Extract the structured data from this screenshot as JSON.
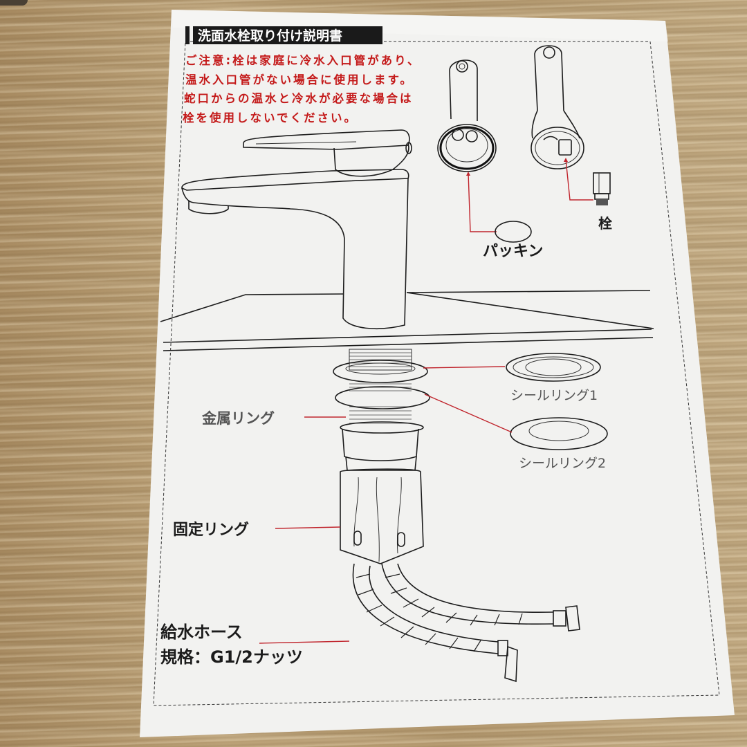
{
  "document": {
    "title": "洗面水栓取り付け説明書",
    "notice_lines": [
      "ご注意:栓は家庭に冷水入口管があり、",
      "温水入口管がない場合に使用します。",
      "蛇口からの温水と冷水が必要な場合は",
      "栓を使用しないでください。"
    ],
    "labels": {
      "packing": "パッキン",
      "plug": "栓",
      "seal_ring_1": "シールリング1",
      "seal_ring_2": "シールリング2",
      "metal_ring": "金属リング",
      "fixing_ring": "固定リング",
      "supply_hose": "給水ホース",
      "spec": "規格：G1/2ナッツ"
    },
    "colors": {
      "notice_red": "#c41a1a",
      "title_bar": "#1a1a1a",
      "leader_line_red": "#c0242c",
      "paper": "#f3f3f1",
      "wood": "#b89d74"
    }
  }
}
